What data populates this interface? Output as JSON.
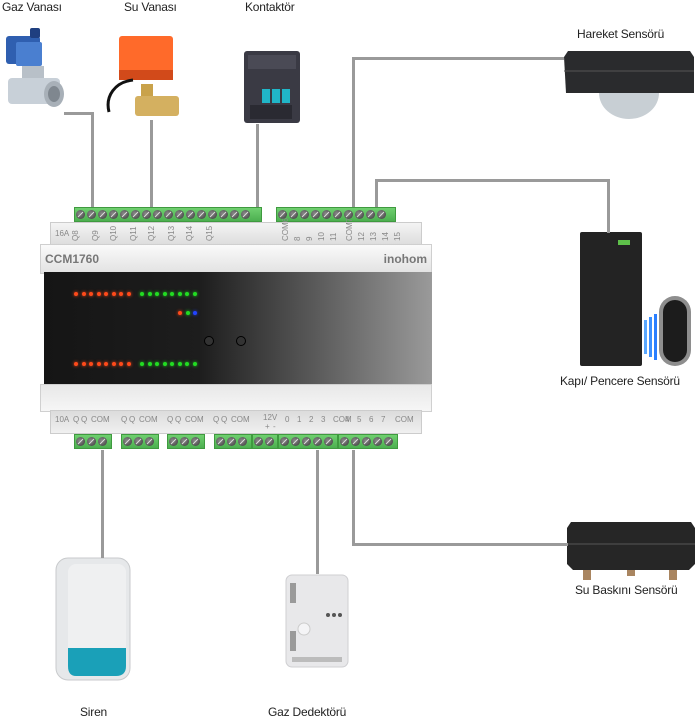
{
  "device": {
    "model": "CCM1760",
    "brand": "inohom",
    "top_rating": "16A",
    "bottom_rating": "10A",
    "top_terminals": [
      "Q8",
      "Q9",
      "Q10",
      "Q11",
      "Q12",
      "Q13",
      "Q14",
      "Q15",
      "COM6",
      "8",
      "9",
      "10",
      "11",
      "COM7",
      "12",
      "13",
      "14",
      "15"
    ],
    "bottom_terminals": [
      "Q",
      "Q",
      "COM",
      "Q",
      "Q",
      "COM",
      "Q",
      "Q",
      "COM",
      "Q",
      "Q",
      "COM",
      "12V",
      "+",
      "-",
      "0",
      "1",
      "2",
      "3",
      "COM",
      "4",
      "5",
      "6",
      "7",
      "COM"
    ],
    "led_rows": [
      {
        "red": 8,
        "green": 8
      },
      {
        "status": [
          "red",
          "green",
          "blue"
        ]
      },
      {
        "red": 8,
        "green": 8
      }
    ]
  },
  "peripherals": {
    "gas_valve": {
      "label": "Gaz Vanası"
    },
    "water_valve": {
      "label": "Su Vanası"
    },
    "contactor": {
      "label": "Kontaktör"
    },
    "motion_sensor": {
      "label": "Hareket Sensörü"
    },
    "door_window_sensor": {
      "label": "Kapı/ Pencere Sensörü"
    },
    "flood_sensor": {
      "label": "Su Baskını Sensörü"
    },
    "siren": {
      "label": "Siren"
    },
    "gas_detector": {
      "label": "Gaz Dedektörü"
    }
  },
  "colors": {
    "wire": "#9a9a9a",
    "terminal_green": "#4caf50",
    "led_red": "#ff4a1a",
    "led_green": "#22dd22",
    "led_blue": "#2244ff"
  }
}
